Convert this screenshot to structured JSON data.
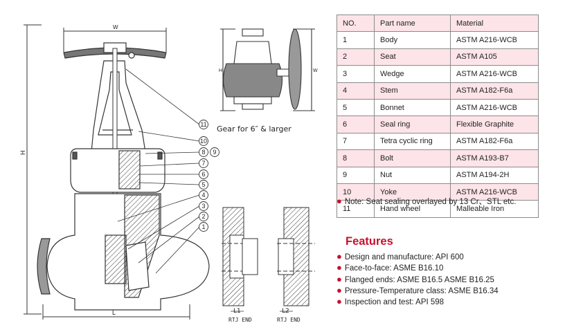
{
  "parts_table": {
    "headers": [
      "NO.",
      "Part name",
      "Material"
    ],
    "rows": [
      {
        "no": "1",
        "part": "Body",
        "material": "ASTM A216-WCB"
      },
      {
        "no": "2",
        "part": "Seat",
        "material": "ASTM A105"
      },
      {
        "no": "3",
        "part": "Wedge",
        "material": "ASTM A216-WCB"
      },
      {
        "no": "4",
        "part": "Stem",
        "material": "ASTM A182-F6a"
      },
      {
        "no": "5",
        "part": "Bonnet",
        "material": "ASTM A216-WCB"
      },
      {
        "no": "6",
        "part": "Seal ring",
        "material": "Flexible Graphite"
      },
      {
        "no": "7",
        "part": "Tetra cyclic ring",
        "material": "ASTM A182-F6a"
      },
      {
        "no": "8",
        "part": "Bolt",
        "material": "ASTM A193-B7"
      },
      {
        "no": "9",
        "part": "Nut",
        "material": "ASTM A194-2H"
      },
      {
        "no": "10",
        "part": "Yoke",
        "material": "ASTM A216-WCB"
      },
      {
        "no": "11",
        "part": "Hand wheel",
        "material": "Malleable Iron"
      }
    ]
  },
  "note": "Note: Seat sealing overlayed by 13 Cr、STL etc.",
  "features": {
    "title": "Features",
    "items": [
      "Design and manufacture: API 600",
      "Face-to-face: ASME B16.10",
      "Flanged ends: ASME B16.5  ASME B16.25",
      "Pressure-Temperature class: ASME B16.34",
      "Inspection and test: API 598"
    ]
  },
  "drawing": {
    "gear_caption": "Gear for 6″ & larger",
    "callouts": [
      "11",
      "10",
      "8",
      "9",
      "7",
      "6",
      "5",
      "4",
      "3",
      "2",
      "1"
    ],
    "dim_w": "W",
    "dim_h": "H",
    "dim_l": "L",
    "dim_l1": "L1",
    "dim_l2": "L2",
    "rtj_label_1": "RTJ END",
    "rtj_label_2": "RTJ END"
  },
  "colors": {
    "accent": "#c8102e",
    "row_highlight": "#fde4e8",
    "line": "#333333"
  }
}
